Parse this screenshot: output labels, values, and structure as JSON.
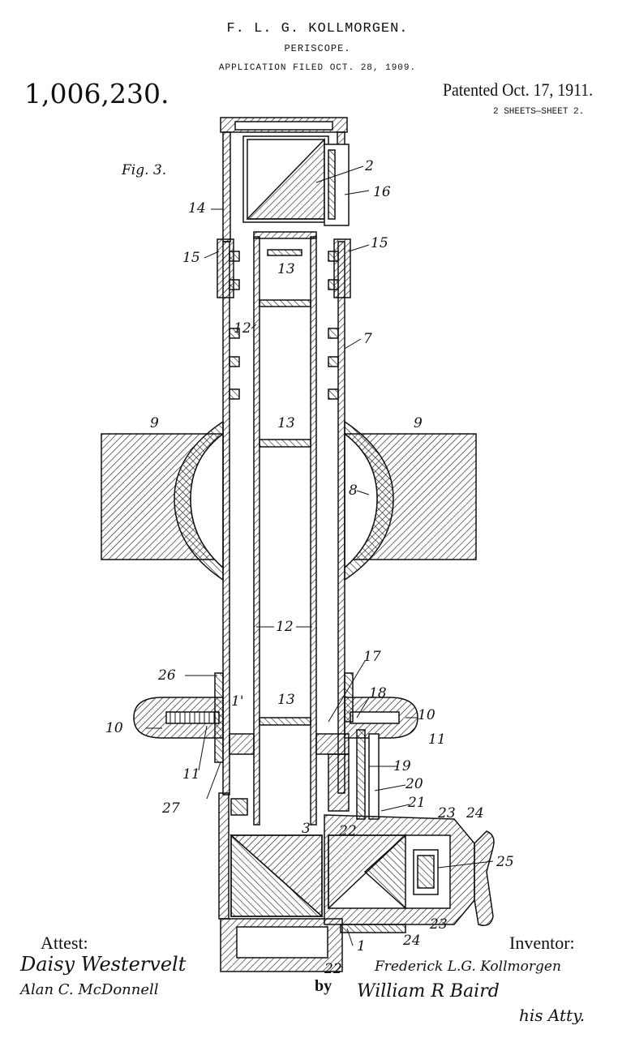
{
  "header": {
    "inventor": "F. L. G. KOLLMORGEN.",
    "title": "PERISCOPE.",
    "filed": "APPLICATION FILED OCT. 28, 1909.",
    "patent_number": "1,006,230.",
    "patented": "Patented Oct. 17, 1911.",
    "sheets": "2 SHEETS—SHEET 2."
  },
  "figure": {
    "label": "Fig. 3.",
    "numerals": [
      "2",
      "16",
      "14",
      "15",
      "15",
      "13",
      "12",
      "7",
      "9",
      "9",
      "8",
      "13",
      "12",
      "17",
      "26",
      "13",
      "1'",
      "18",
      "10",
      "10",
      "11",
      "11",
      "19",
      "20",
      "27",
      "21",
      "23",
      "24",
      "22",
      "3",
      "25",
      "23",
      "24",
      "1",
      "22"
    ]
  },
  "footer": {
    "attest": "Attest:",
    "witness1": "Daisy Westervelt",
    "witness2": "Alan C. McDonnell",
    "inventor_label": "Inventor:",
    "inventor_signature": "Frederick L.G. Kollmorgen",
    "by": "by",
    "attorney_signature": "William R Baird",
    "attorney_suffix": "his Atty."
  }
}
